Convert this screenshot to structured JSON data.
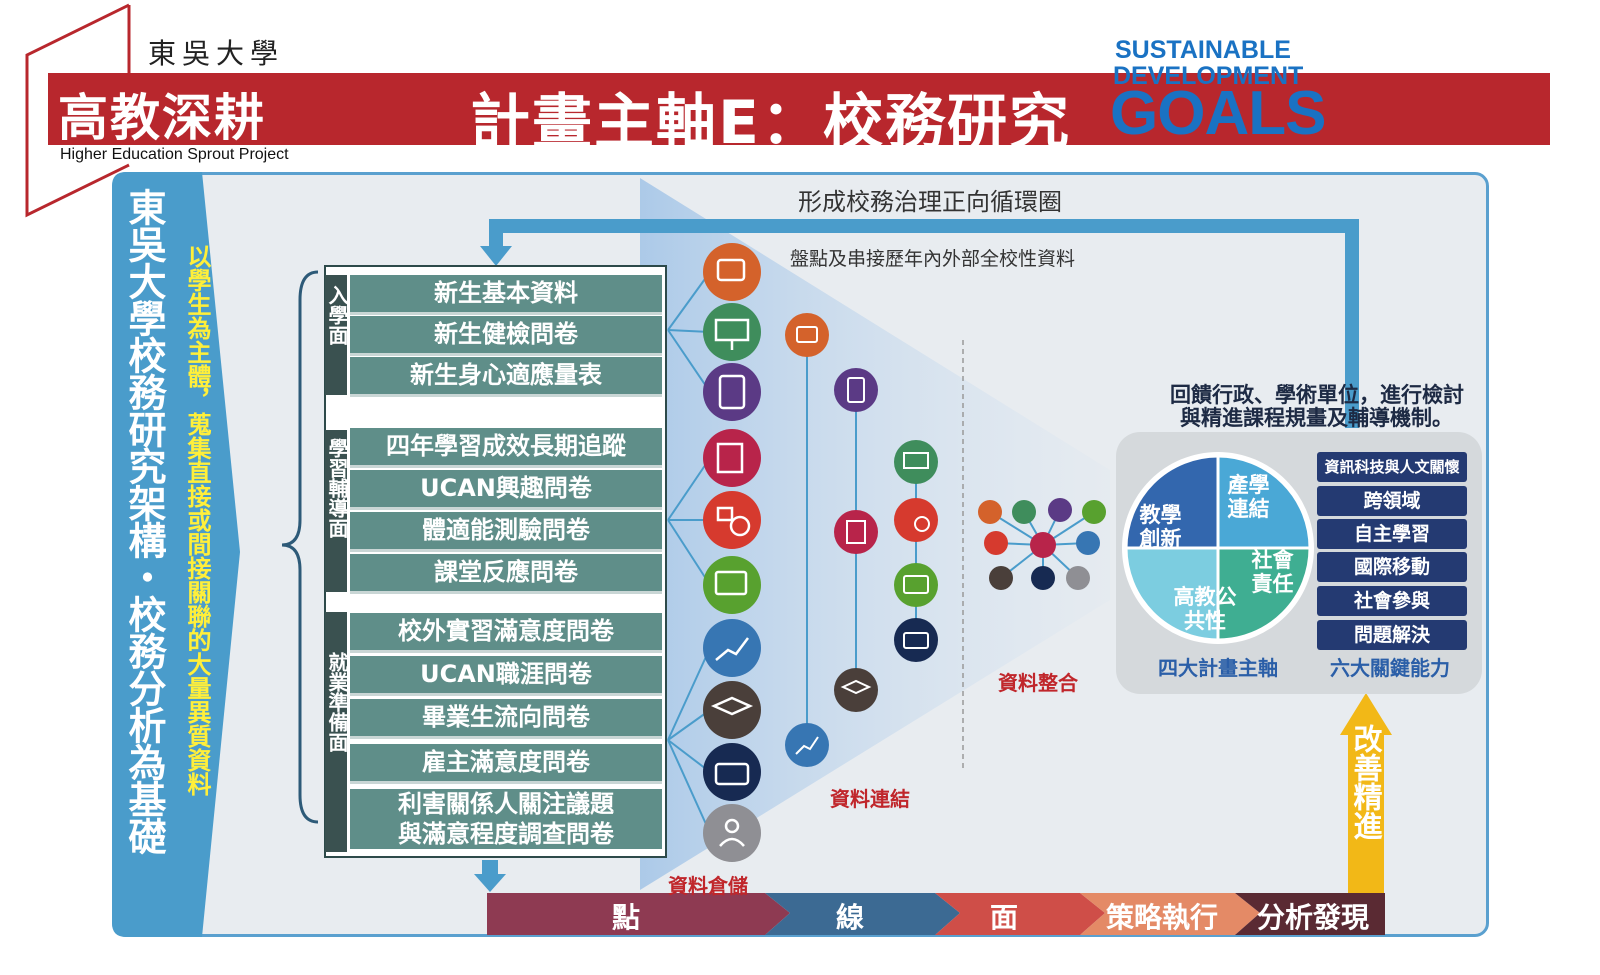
{
  "header": {
    "university": "東吳大學",
    "brand_title": "高教深耕",
    "brand_subtitle": "Higher Education Sprout Project",
    "main_title": "計畫主軸E：校務研究",
    "sdg_line1": "SUSTAINABLE",
    "sdg_line2": "DEVELOPMENT",
    "sdg_line3": "GOALS"
  },
  "framework": {
    "title": "東吳大學校務研究架構・校務分析為基礎",
    "subtitle": "以學生為主體，蒐集直接或間接關聯的大量異質資料"
  },
  "loop_label": "形成校務治理正向循環圈",
  "inventory_label": "盤點及串接歷年內外部全校性資料",
  "groups": [
    {
      "label": "入學面",
      "items": [
        "新生基本資料",
        "新生健檢問卷",
        "新生身心適應量表"
      ]
    },
    {
      "label": "學習輔導面",
      "items": [
        "四年學習成效長期追蹤",
        "UCAN興趣問卷",
        "體適能測驗問卷",
        "課堂反應問卷"
      ]
    },
    {
      "label": "就業準備面",
      "items": [
        "校外實習滿意度問卷",
        "UCAN職涯問卷",
        "畢業生流向問卷",
        "雇主滿意度問卷",
        "利害關係人關注議題",
        "與滿意程度調查問卷"
      ]
    }
  ],
  "stage_labels": {
    "storage": "資料倉儲",
    "linking": "資料連結",
    "integration": "資料整合"
  },
  "feedback": {
    "line1": "回饋行政、學術單位，進行檢討",
    "line2": "與精進課程規畫及輔導機制。"
  },
  "puzzle": {
    "pieces": [
      "教學創新",
      "產學連結",
      "社會責任",
      "高教公共性"
    ],
    "caption": "四大計畫主軸"
  },
  "abilities": {
    "items": [
      "資訊科技與人文關懷",
      "跨領域",
      "自主學習",
      "國際移動",
      "社會參與",
      "問題解決"
    ],
    "caption": "六大關鍵能力"
  },
  "improve_label": "改善精進",
  "steps": [
    "點",
    "線",
    "面",
    "策略執行",
    "分析發現"
  ],
  "icons": [
    "report-icon",
    "presentation-icon",
    "checklist-icon",
    "certificate-icon",
    "books-sports-icon",
    "code-settings-icon",
    "growth-chart-icon",
    "graduation-cap-icon",
    "briefcase-icon",
    "people-network-icon"
  ],
  "colors": {
    "red": "#b8272d",
    "teal": "#5f8e89",
    "navy": "#243a72",
    "blue": "#4a9ccb",
    "gold": "#f2b817"
  }
}
